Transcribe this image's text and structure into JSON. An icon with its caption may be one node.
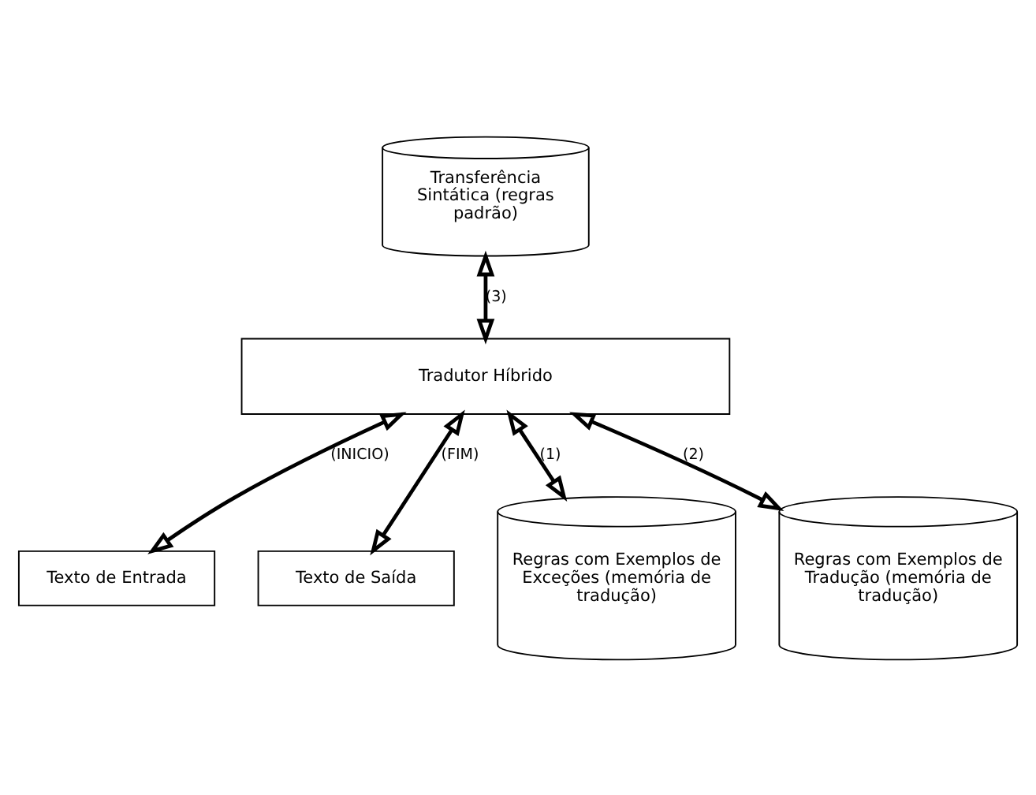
{
  "diagram": {
    "nodes": [
      {
        "text": [
          "Transferência Sintática (regras padrão)"
        ]
      },
      {
        "text": [
          "Tradutor Híbrido"
        ]
      },
      {
        "text": [
          "Texto de Entrada"
        ]
      },
      {
        "text": [
          "Texto de Saída"
        ]
      },
      {
        "text": [
          "Regras com Exemplos de Exceções (memória de tradução)"
        ]
      },
      {
        "text": [
          "Regras com Exemplos de Tradução (memória de tradução)"
        ]
      }
    ],
    "edges": [
      {
        "from": 0,
        "to": 1,
        "arrow": "both",
        "label": "(3)"
      },
      {
        "from": 1,
        "to": 2,
        "arrow": "both",
        "label": "(INICIO)"
      },
      {
        "from": 1,
        "to": 4,
        "arrow": "both",
        "label": "(1)"
      },
      {
        "from": 1,
        "to": 5,
        "arrow": "both",
        "label": "(2)"
      },
      {
        "from": 1,
        "to": 3,
        "arrow": "both",
        "label": "(FIM)"
      }
    ]
  }
}
